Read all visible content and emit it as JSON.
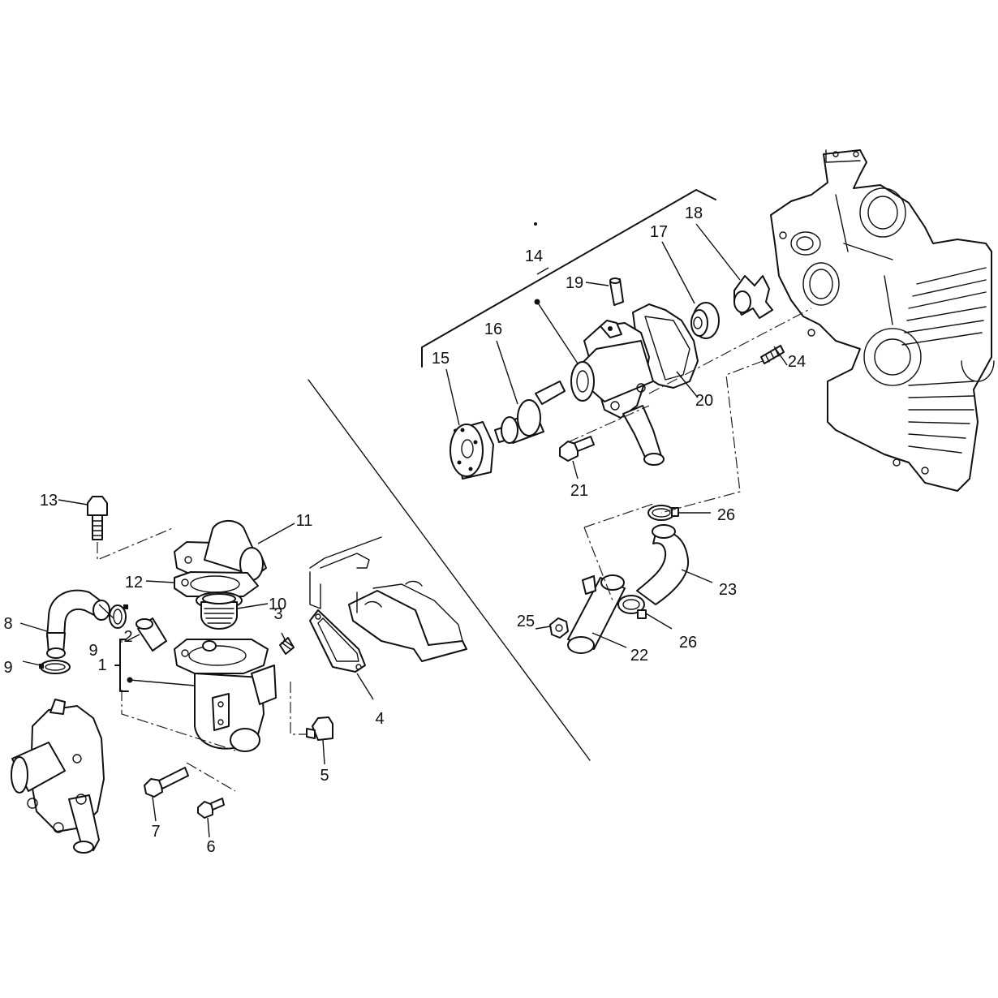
{
  "diagram": {
    "callouts": [
      "1",
      "2",
      "3",
      "4",
      "5",
      "6",
      "7",
      "8",
      "9",
      "9",
      "10",
      "11",
      "12",
      "13",
      "14",
      "15",
      "16",
      "17",
      "18",
      "19",
      "20",
      "21",
      "22",
      "23",
      "24",
      "25",
      "26",
      "26"
    ]
  }
}
